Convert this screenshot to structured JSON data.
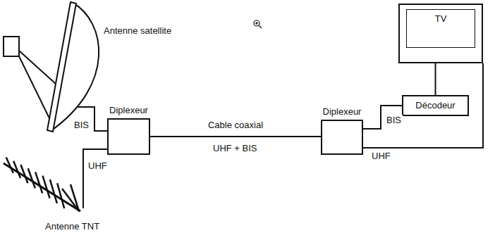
{
  "diagram": {
    "nodes": [
      {
        "text": [
          "Diplexeur"
        ]
      },
      {
        "text": [
          "Diplexeur"
        ]
      },
      {
        "text": [
          "Décodeur"
        ]
      },
      {
        "text": [
          "TV"
        ]
      }
    ],
    "edges": [
      {
        "from": 0,
        "to": 1,
        "label": "Cable coaxial",
        "arrow": "none"
      },
      {
        "from": 1,
        "to": 2,
        "label": "BIS",
        "arrow": "none"
      },
      {
        "from": 1,
        "to": 3,
        "label": "UHF",
        "arrow": "none"
      },
      {
        "from": 2,
        "to": 3,
        "arrow": "none"
      }
    ],
    "labels": [
      "Antenne satellite",
      "BIS",
      "UHF",
      "Antenne TNT",
      "UHF + BIS"
    ]
  }
}
